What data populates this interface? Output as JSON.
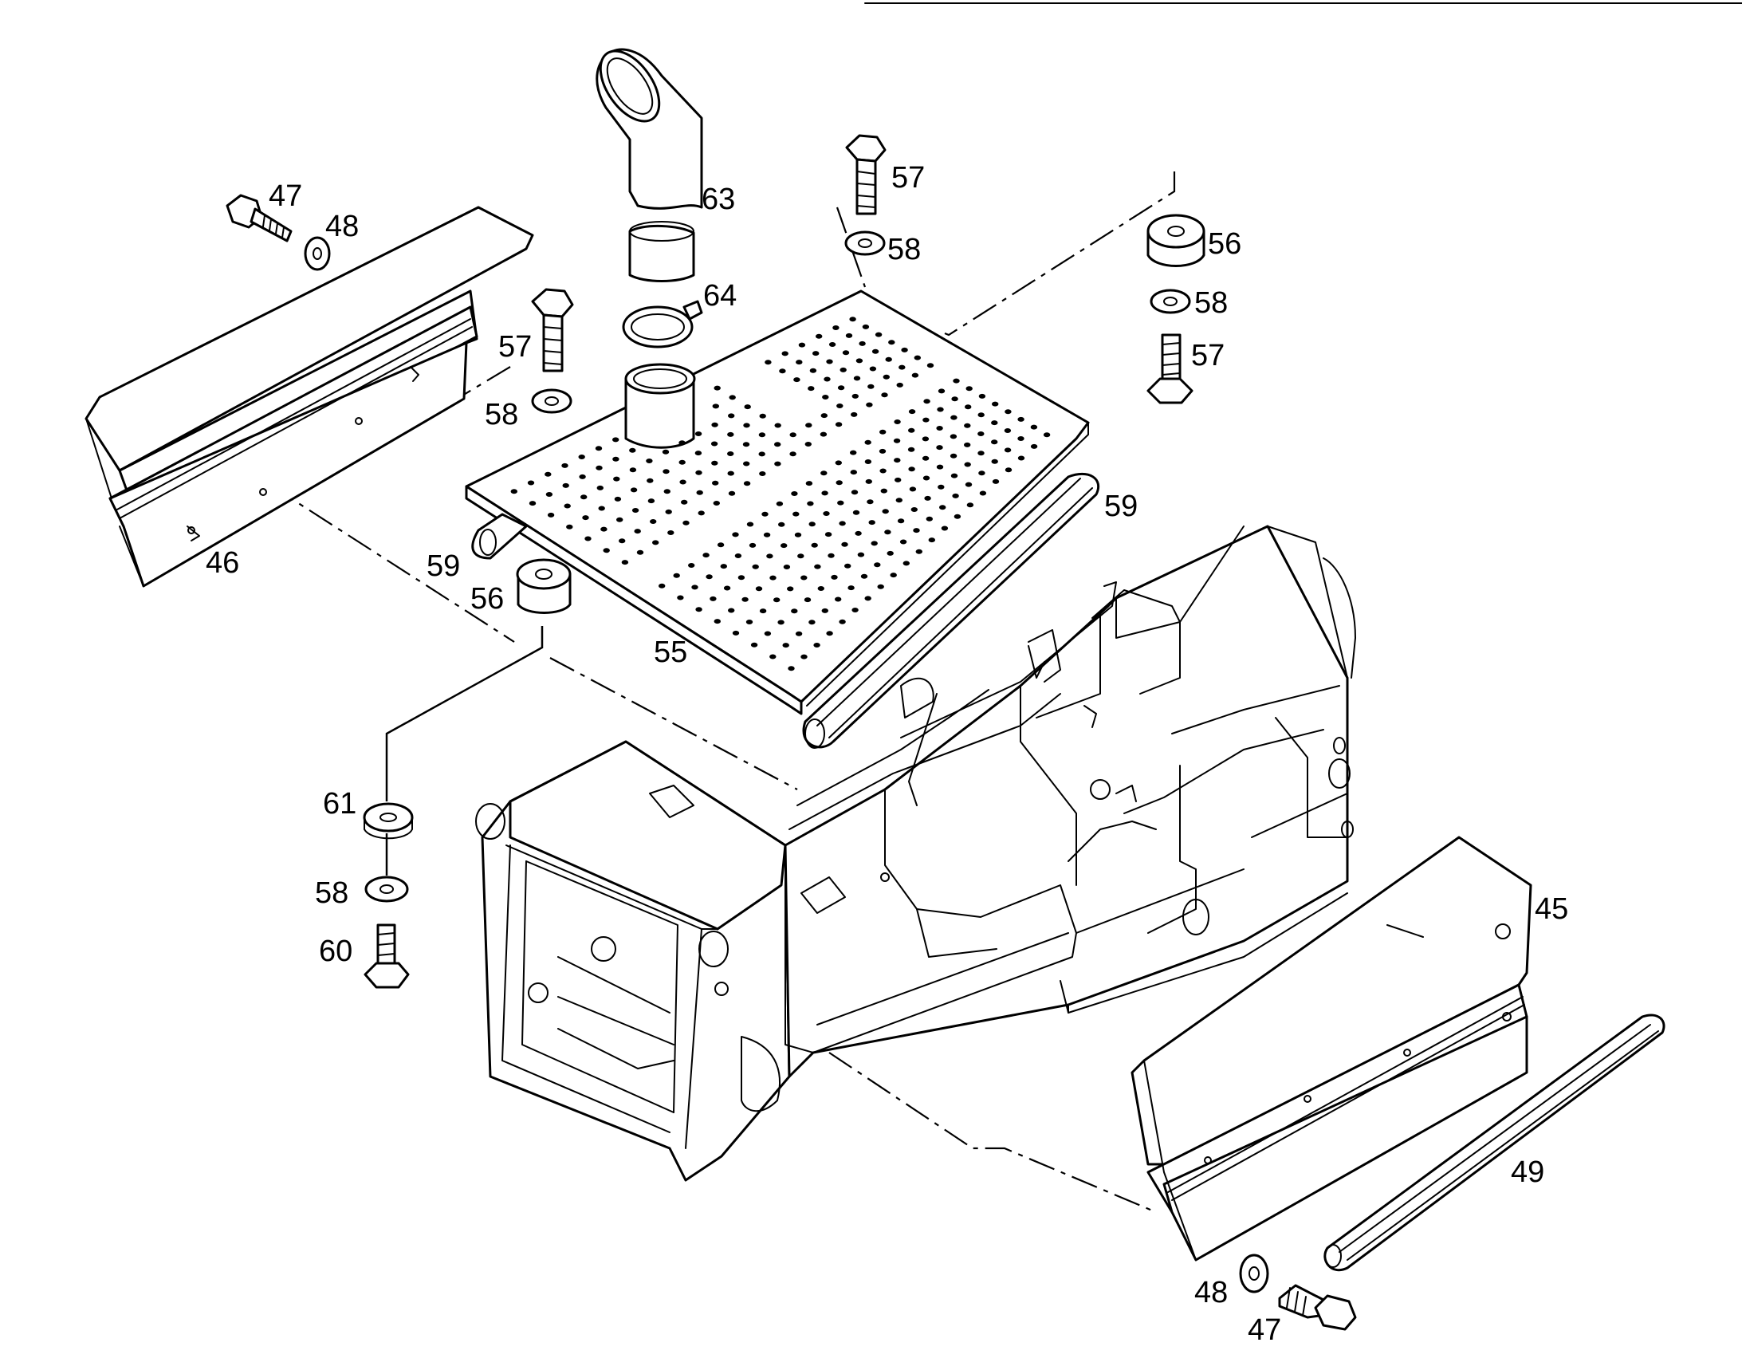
{
  "callouts": [
    {
      "id": "c45",
      "text": "45"
    },
    {
      "id": "c46",
      "text": "46"
    },
    {
      "id": "c47a",
      "text": "47"
    },
    {
      "id": "c47b",
      "text": "47"
    },
    {
      "id": "c48a",
      "text": "48"
    },
    {
      "id": "c48b",
      "text": "48"
    },
    {
      "id": "c49",
      "text": "49"
    },
    {
      "id": "c55",
      "text": "55"
    },
    {
      "id": "c56a",
      "text": "56"
    },
    {
      "id": "c56b",
      "text": "56"
    },
    {
      "id": "c57a",
      "text": "57"
    },
    {
      "id": "c57b",
      "text": "57"
    },
    {
      "id": "c57c",
      "text": "57"
    },
    {
      "id": "c58a",
      "text": "58"
    },
    {
      "id": "c58b",
      "text": "58"
    },
    {
      "id": "c58c",
      "text": "58"
    },
    {
      "id": "c58d",
      "text": "58"
    },
    {
      "id": "c59a",
      "text": "59"
    },
    {
      "id": "c59b",
      "text": "59"
    },
    {
      "id": "c60",
      "text": "60"
    },
    {
      "id": "c61",
      "text": "61"
    },
    {
      "id": "c63",
      "text": "63"
    },
    {
      "id": "c64",
      "text": "64"
    }
  ],
  "parts": [
    {
      "name": "left-side-cover",
      "callout": "46"
    },
    {
      "name": "right-side-cover",
      "callout": "45"
    },
    {
      "name": "perforated-top-plate",
      "callout": "55"
    },
    {
      "name": "rubber-mount",
      "callout": "56"
    },
    {
      "name": "hex-bolt",
      "callout": "57"
    },
    {
      "name": "washer",
      "callout": "58"
    },
    {
      "name": "edge-trim",
      "callout": "59"
    },
    {
      "name": "screw",
      "callout": "60"
    },
    {
      "name": "spacer",
      "callout": "61"
    },
    {
      "name": "exhaust-elbow",
      "callout": "63"
    },
    {
      "name": "pipe-clamp",
      "callout": "64"
    },
    {
      "name": "edge-trim-strip",
      "callout": "49"
    },
    {
      "name": "hinge-bolt",
      "callout": "47"
    },
    {
      "name": "hinge-washer",
      "callout": "48"
    }
  ]
}
